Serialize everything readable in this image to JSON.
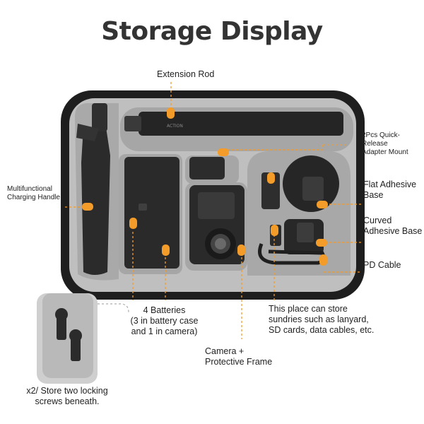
{
  "title": "Storage Display",
  "labels": {
    "extension_rod": "Extension Rod",
    "quick_release": [
      "2Pcs Quick-Release",
      "Adapter Mount"
    ],
    "charging_handle": [
      "Multifunctional",
      "Charging Handle"
    ],
    "flat_base": [
      "Flat Adhesive",
      "Base"
    ],
    "curved_base": [
      "Curved",
      "Adhesive Base"
    ],
    "pd_cable": "PD Cable",
    "batteries": [
      "4 Batteries",
      "(3 in battery case",
      "and 1 in camera)"
    ],
    "sundries": [
      "This place can store",
      "sundries such as lanyard,",
      "SD cards, data cables, etc."
    ],
    "camera": [
      "Camera +",
      "Protective Frame"
    ],
    "screws": [
      "x2/ Store two locking",
      "screws beneath."
    ],
    "rod_brand": "ACTION"
  },
  "colors": {
    "accent": "#f39c2a",
    "case": "#1c1c1c",
    "foam": "#bdbdbd",
    "device": "#2a2a2a"
  }
}
